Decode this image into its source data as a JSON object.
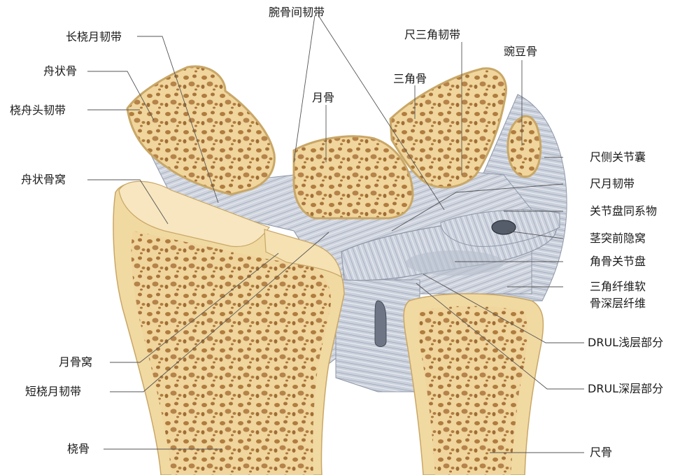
{
  "labels": {
    "wanguzhan": "腕骨间韧带",
    "changraoyue": "长桡月韧带",
    "zhouzhuang": "舟状骨",
    "raozhoutou": "桡舟头韧带",
    "zhouzhuangwo": "舟状骨窝",
    "yuegu": "月骨",
    "chisanjiao": "尺三角韧带",
    "sanjiaogu": "三角骨",
    "wandougu": "豌豆骨",
    "chice": "尺侧关节囊",
    "chiyue": "尺月韧带",
    "guanjiepantong": "关节盘同系物",
    "jingtu": "茎突前隐窝",
    "jiaogu": "角骨关节盘",
    "sanjiao_line1": "三角纤维软",
    "sanjiao_line2": "骨深层纤维",
    "drul_shallow": "DRUL浅层部分",
    "drul_deep": "DRUL深层部分",
    "yueguwo": "月骨窝",
    "duanraoyue": "短桡月韧带",
    "raogu": "桡骨",
    "chigu": "尺骨"
  },
  "colors": {
    "bone": "#f1d9a2",
    "bone_edge": "#c9a766",
    "cortex": "#e8c98a",
    "marrow": "#b8864a",
    "ligament": "#c7cdd9",
    "ligament_dark": "#8e97a8"
  }
}
